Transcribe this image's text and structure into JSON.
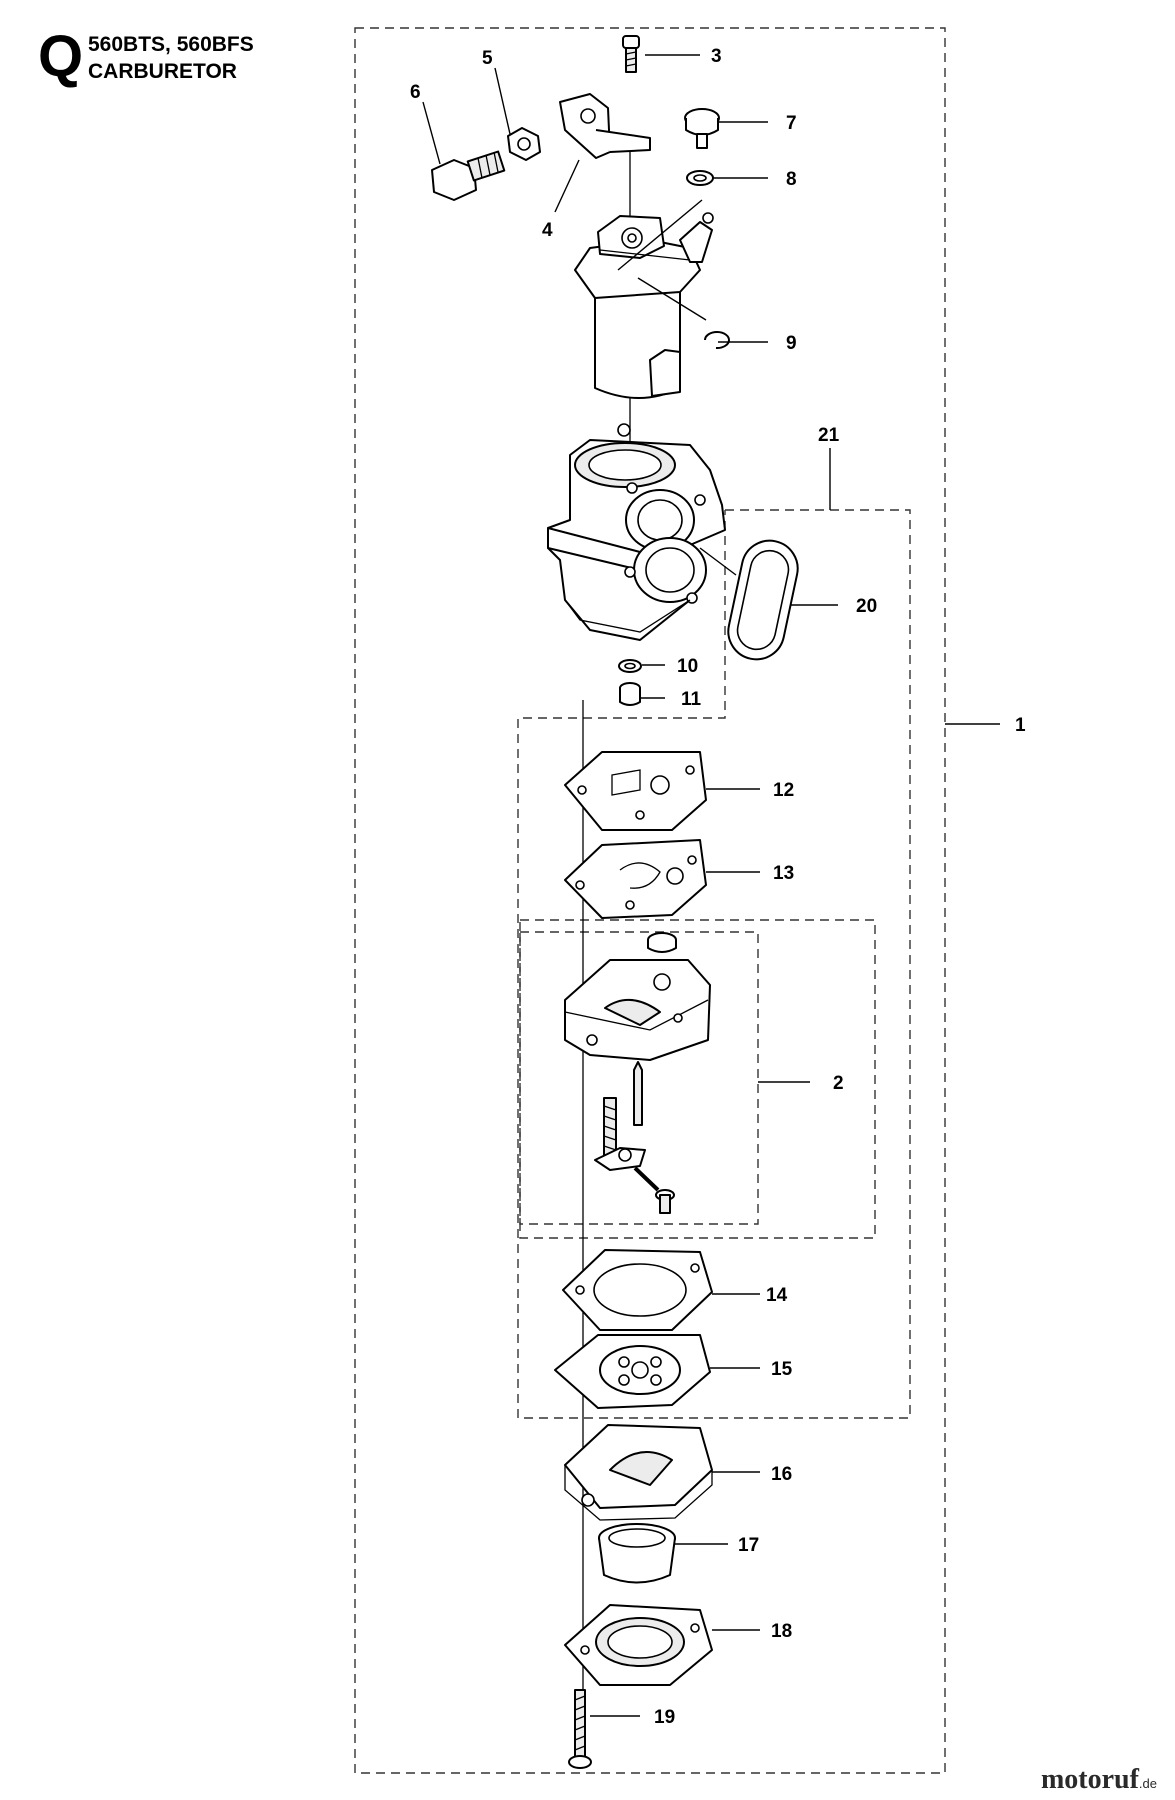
{
  "header": {
    "section_letter": "Q",
    "models": "560BTS, 560BFS",
    "title": "CARBURETOR"
  },
  "callouts": [
    "1",
    "2",
    "3",
    "4",
    "5",
    "6",
    "7",
    "8",
    "9",
    "10",
    "11",
    "12",
    "13",
    "14",
    "15",
    "16",
    "17",
    "18",
    "19",
    "20",
    "21"
  ],
  "watermark": {
    "brand": "motoruf",
    "suffix": ".de"
  }
}
